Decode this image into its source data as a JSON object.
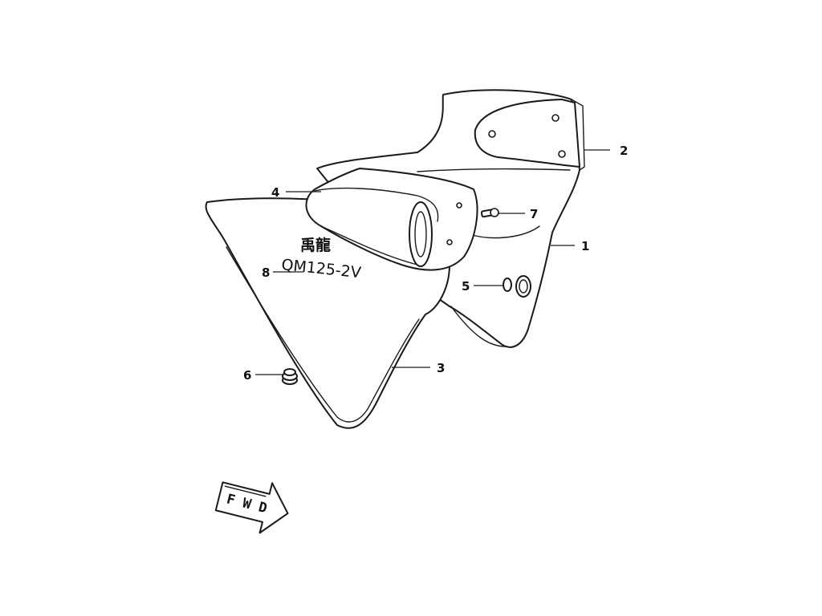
{
  "diagram": {
    "decal_chinese": "禹龍",
    "decal_model": "QM125-2V",
    "direction_label": "F W D",
    "callouts": {
      "c1": "1",
      "c2": "2",
      "c3": "3",
      "c4": "4",
      "c5": "5",
      "c6": "6",
      "c7": "7",
      "c8": "8"
    }
  }
}
